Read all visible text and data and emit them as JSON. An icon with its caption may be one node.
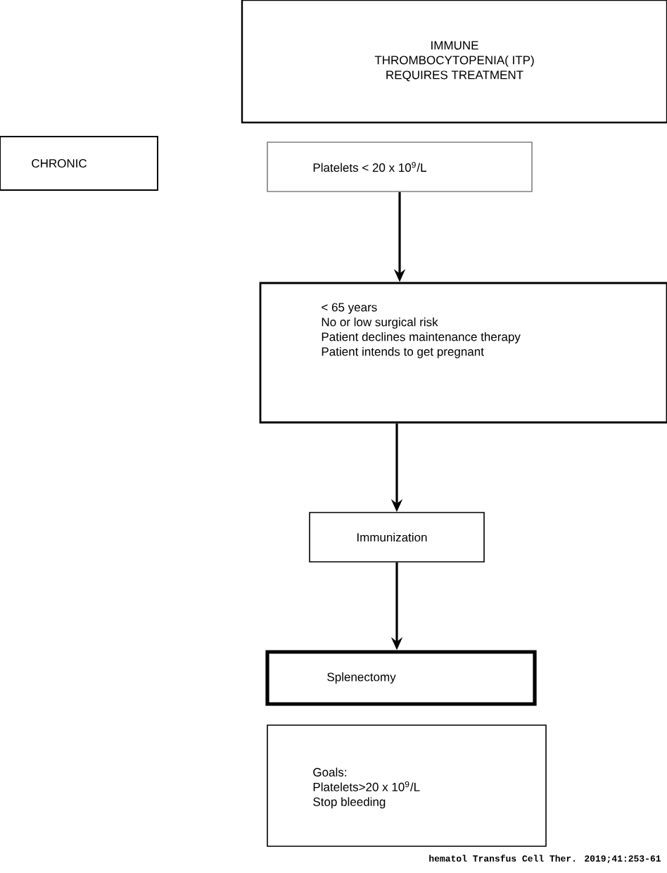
{
  "diagram": {
    "nodes": [
      {
        "text": [
          "IMMUNE THROMBOCYTOPENIA( ITP) REQUIRES TREATMENT"
        ]
      },
      {
        "text": [
          "CHRONIC"
        ]
      },
      {
        "text": [
          "Platelets < 20 x 10$^{9}$/L"
        ]
      },
      {
        "text": [
          "< 65 years",
          "No or low surgical risk",
          "Patient declines maintenance therapy",
          "Patient intends to get pregnant"
        ]
      },
      {
        "text": [
          "Immunization"
        ]
      },
      {
        "text": [
          "Splenectomy"
        ]
      },
      {
        "text": [
          "Goals:",
          "Platelets>20 x 10$^{9}$/L",
          "Stop bleeding"
        ]
      }
    ],
    "edges": [
      {
        "from": 2,
        "to": 3,
        "arrow": "to"
      },
      {
        "from": 3,
        "to": 4,
        "arrow": "to"
      },
      {
        "from": 4,
        "to": 5,
        "arrow": "to"
      }
    ],
    "labels": [
      "hematol Transfus Cell Ther. 2019;41:253-61"
    ]
  }
}
